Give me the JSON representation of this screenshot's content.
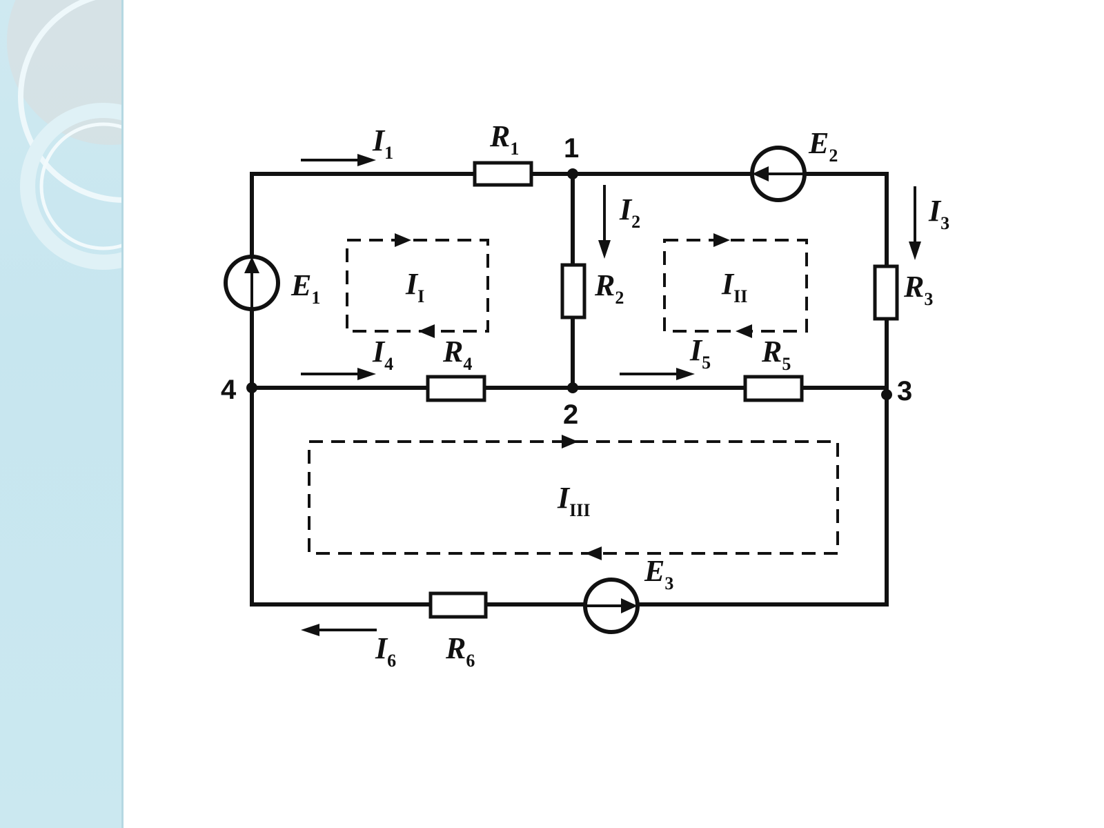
{
  "decor": {
    "sidebar_color": "#cbe8f0",
    "ring_color": "#e9f6fa"
  },
  "nodes": {
    "n1": "1",
    "n2": "2",
    "n3": "3",
    "n4": "4"
  },
  "labels": {
    "I1": {
      "base": "I",
      "sub": "1"
    },
    "I2": {
      "base": "I",
      "sub": "2"
    },
    "I3": {
      "base": "I",
      "sub": "3"
    },
    "I4": {
      "base": "I",
      "sub": "4"
    },
    "I5": {
      "base": "I",
      "sub": "5"
    },
    "I6": {
      "base": "I",
      "sub": "6"
    },
    "R1": {
      "base": "R",
      "sub": "1"
    },
    "R2": {
      "base": "R",
      "sub": "2"
    },
    "R3": {
      "base": "R",
      "sub": "3"
    },
    "R4": {
      "base": "R",
      "sub": "4"
    },
    "R5": {
      "base": "R",
      "sub": "5"
    },
    "R6": {
      "base": "R",
      "sub": "6"
    },
    "E1": {
      "base": "E",
      "sub": "1"
    },
    "E2": {
      "base": "E",
      "sub": "2"
    },
    "E3": {
      "base": "E",
      "sub": "3"
    },
    "loopI": {
      "base": "I",
      "sub": "I"
    },
    "loopII": {
      "base": "I",
      "sub": "II"
    },
    "loopIII": {
      "base": "I",
      "sub": "III"
    }
  }
}
